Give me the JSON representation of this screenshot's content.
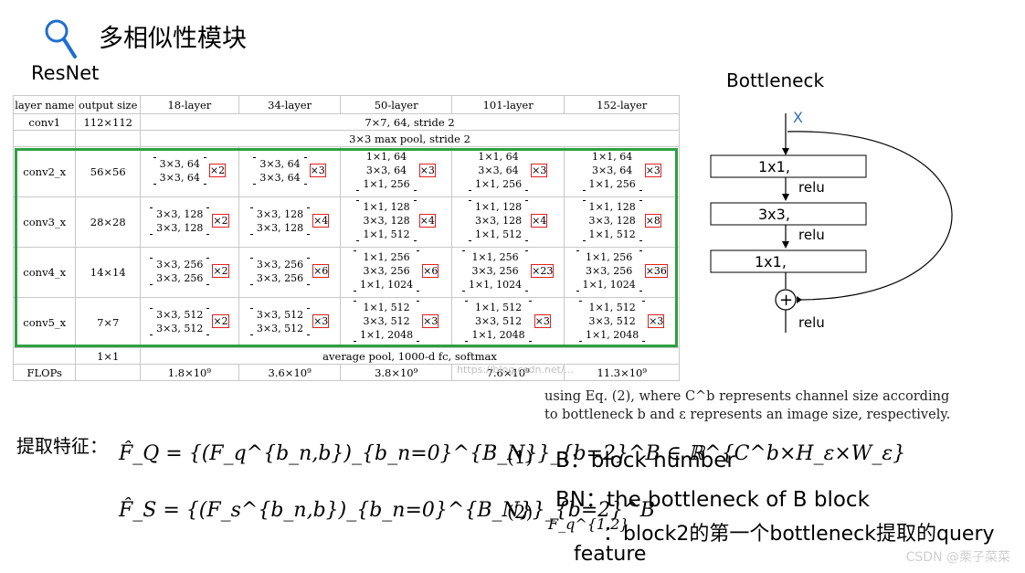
{
  "header": {
    "title": "多相似性模块",
    "subtitle": "ResNet"
  },
  "table": {
    "columns": [
      "layer name",
      "output size",
      "18-layer",
      "34-layer",
      "50-layer",
      "101-layer",
      "152-layer"
    ],
    "conv1": {
      "name": "conv1",
      "size": "112×112",
      "desc": "7×7, 64, stride 2"
    },
    "maxpool": {
      "desc": "3×3 max pool, stride 2"
    },
    "blocks": [
      {
        "name": "conv2_x",
        "size": "56×56",
        "c18": [
          "3×3, 64",
          "3×3, 64"
        ],
        "m18": "×2",
        "c34": [
          "3×3, 64",
          "3×3, 64"
        ],
        "m34": "×3",
        "c50": [
          "1×1, 64",
          "3×3, 64",
          "1×1, 256"
        ],
        "m50": "×3",
        "c101": [
          "1×1, 64",
          "3×3, 64",
          "1×1, 256"
        ],
        "m101": "×3",
        "c152": [
          "1×1, 64",
          "3×3, 64",
          "1×1, 256"
        ],
        "m152": "×3"
      },
      {
        "name": "conv3_x",
        "size": "28×28",
        "c18": [
          "3×3, 128",
          "3×3, 128"
        ],
        "m18": "×2",
        "c34": [
          "3×3, 128",
          "3×3, 128"
        ],
        "m34": "×4",
        "c50": [
          "1×1, 128",
          "3×3, 128",
          "1×1, 512"
        ],
        "m50": "×4",
        "c101": [
          "1×1, 128",
          "3×3, 128",
          "1×1, 512"
        ],
        "m101": "×4",
        "c152": [
          "1×1, 128",
          "3×3, 128",
          "1×1, 512"
        ],
        "m152": "×8"
      },
      {
        "name": "conv4_x",
        "size": "14×14",
        "c18": [
          "3×3, 256",
          "3×3, 256"
        ],
        "m18": "×2",
        "c34": [
          "3×3, 256",
          "3×3, 256"
        ],
        "m34": "×6",
        "c50": [
          "1×1, 256",
          "3×3, 256",
          "1×1, 1024"
        ],
        "m50": "×6",
        "c101": [
          "1×1, 256",
          "3×3, 256",
          "1×1, 1024"
        ],
        "m101": "×23",
        "c152": [
          "1×1, 256",
          "3×3, 256",
          "1×1, 1024"
        ],
        "m152": "×36"
      },
      {
        "name": "conv5_x",
        "size": "7×7",
        "c18": [
          "3×3, 512",
          "3×3, 512"
        ],
        "m18": "×2",
        "c34": [
          "3×3, 512",
          "3×3, 512"
        ],
        "m34": "×3",
        "c50": [
          "1×1, 512",
          "3×3, 512",
          "1×1, 2048"
        ],
        "m50": "×3",
        "c101": [
          "1×1, 512",
          "3×3, 512",
          "1×1, 2048"
        ],
        "m101": "×3",
        "c152": [
          "1×1, 512",
          "3×3, 512",
          "1×1, 2048"
        ],
        "m152": "×3"
      }
    ],
    "pool": {
      "size": "1×1",
      "desc": "average pool, 1000-d fc, softmax"
    },
    "flops": {
      "name": "FLOPs",
      "values": [
        "1.8×10⁹",
        "3.6×10⁹",
        "3.8×10⁹",
        "7.6×10⁹",
        "11.3×10⁹"
      ]
    },
    "watermark": "https://blog.csdn.net/..."
  },
  "bottleneck": {
    "title": "Bottleneck",
    "input": "X",
    "layers": [
      "1x1,",
      "3x3,",
      "1x1,"
    ],
    "relu": "relu",
    "plus": "+"
  },
  "caption": {
    "line1": "using Eq. (2), where C^b represents channel size according",
    "line2": "to bottleneck b and ε represents an image size, respectively."
  },
  "extraction": {
    "label": "提取特征：",
    "eq1": "F̂_Q = {(F_q^{b_n,b})_{b_n=0}^{B_N}}_{b=2}^B ∈ ℝ^{C^b×H_ε×W_ε}",
    "eq1_num": "(1)",
    "eq2": "F̂_S = {(F_s^{b_n,b})_{b_n=0}^{B_N}}_{b=2}^B",
    "eq2_num": "(2)"
  },
  "notes": {
    "b": "B：block number",
    "bn": "BN：the bottleneck of B block",
    "fq_symbol": "F_q^{1,2}",
    "fq_desc": "：block2的第一个bottleneck提取的query",
    "fq_desc2": "feature"
  },
  "watermark": "CSDN @栗子菜菜"
}
